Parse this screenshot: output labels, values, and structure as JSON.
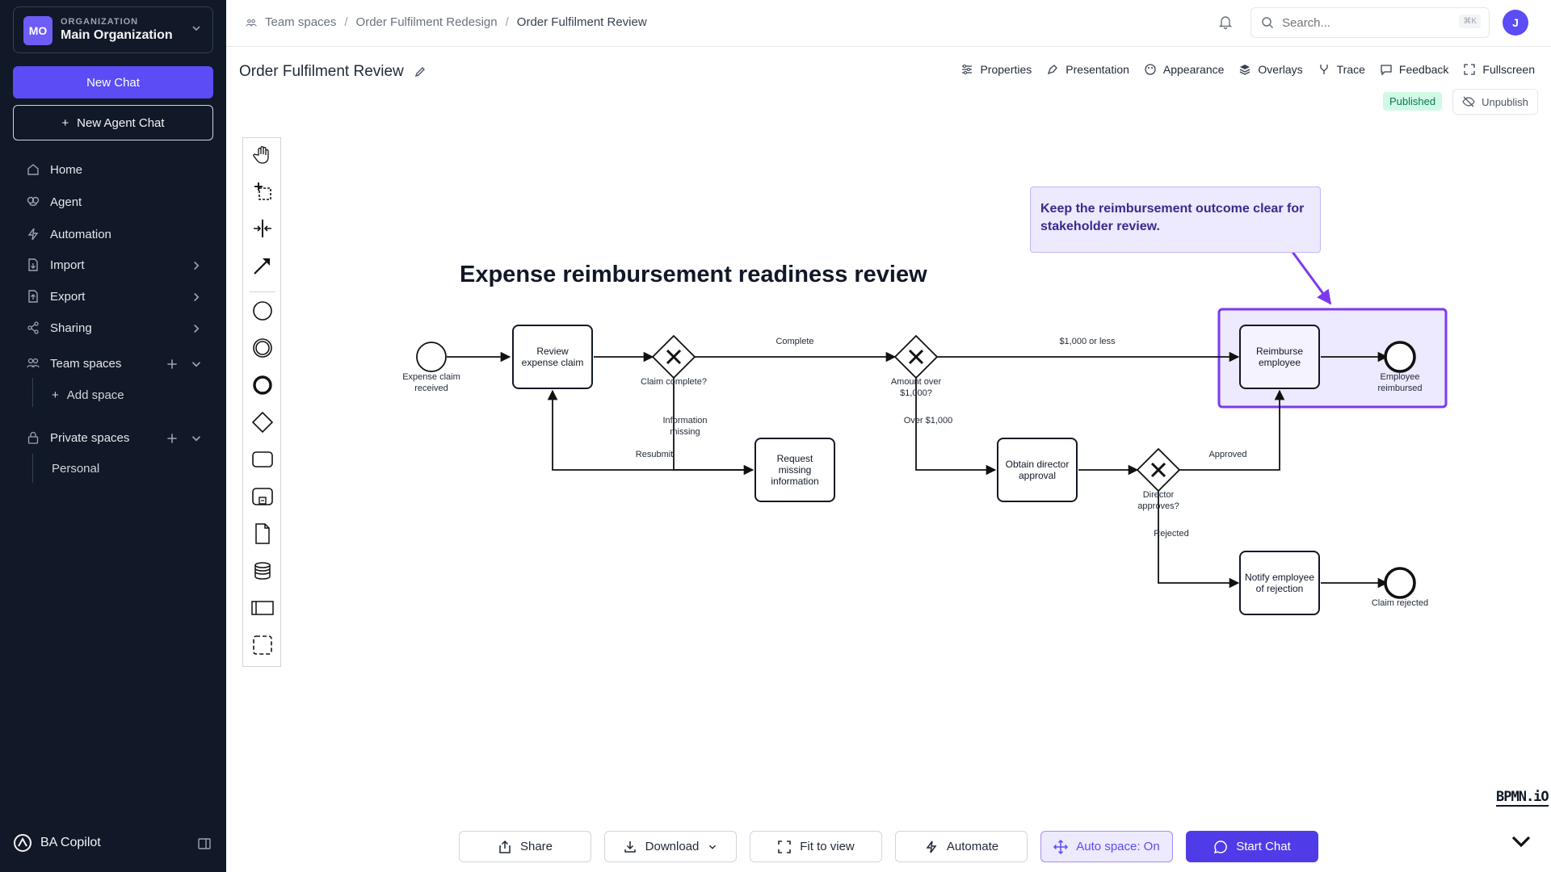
{
  "sidebar": {
    "org_label": "ORGANIZATION",
    "org_name": "Main Organization",
    "org_initials": "MO",
    "new_chat": "New Chat",
    "new_agent_chat": "New Agent Chat",
    "nav": {
      "home": "Home",
      "agent": "Agent",
      "automation": "Automation",
      "import": "Import",
      "export": "Export",
      "sharing": "Sharing",
      "team_spaces": "Team spaces",
      "add_space": "Add space",
      "private_spaces": "Private spaces",
      "personal": "Personal"
    },
    "brand": "BA Copilot"
  },
  "topbar": {
    "breadcrumbs": [
      "Team spaces",
      "Order Fulfilment Redesign",
      "Order Fulfilment Review"
    ],
    "search_placeholder": "Search...",
    "search_shortcut": "⌘K",
    "user_initial": "J"
  },
  "doc": {
    "title": "Order Fulfilment Review",
    "toolbar": {
      "properties": "Properties",
      "presentation": "Presentation",
      "appearance": "Appearance",
      "overlays": "Overlays",
      "trace": "Trace",
      "feedback": "Feedback",
      "fullscreen": "Fullscreen"
    },
    "status": "Published",
    "unpublish": "Unpublish"
  },
  "diagram": {
    "title": "Expense reimbursement readiness review",
    "annotation": "Keep the reimbursement outcome clear for stakeholder review.",
    "events": {
      "start": "Expense claim received",
      "reimbursed": "Employee reimbursed",
      "rejected": "Claim rejected"
    },
    "tasks": {
      "review": "Review expense claim",
      "request": "Request missing information",
      "approval": "Obtain director approval",
      "reimburse": "Reimburse employee",
      "notify": "Notify employee of rejection"
    },
    "gateways": {
      "complete": "Claim complete?",
      "amount": "Amount over $1,000?",
      "director": "Director approves?"
    },
    "flows": {
      "complete": "Complete",
      "under": "$1,000 or less",
      "info_missing": "Information missing",
      "resubmit": "Resubmit",
      "over": "Over $1,000",
      "approved": "Approved",
      "rejected": "Rejected"
    },
    "watermark": "BPMN.iO"
  },
  "actions": {
    "share": "Share",
    "download": "Download",
    "fit": "Fit to view",
    "automate": "Automate",
    "auto_space": "Auto space: On",
    "start_chat": "Start Chat"
  },
  "colors": {
    "accent": "#5b4cf5",
    "sidebar_bg": "#111827",
    "highlight": "#7c3aed",
    "published_bg": "#d1fae5"
  }
}
